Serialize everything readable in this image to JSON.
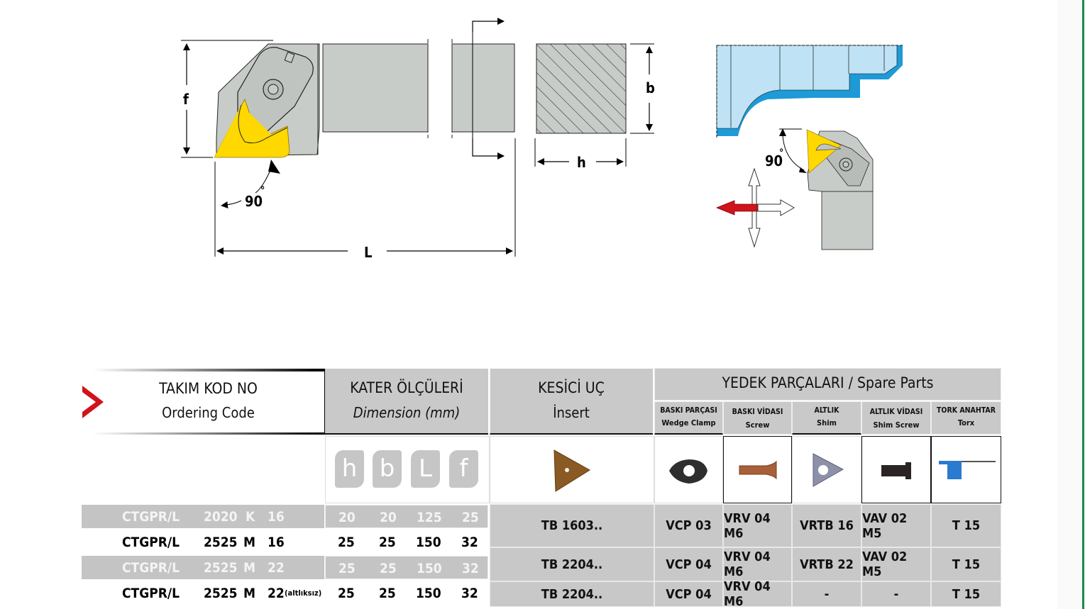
{
  "drawing": {
    "side_view": {
      "dim_f": "f",
      "dim_L": "L",
      "angle": "90",
      "degree_symbol": "°"
    },
    "cross_section": {
      "dim_b": "b",
      "dim_h": "h"
    },
    "application_view": {
      "angle": "90",
      "degree_symbol": "°"
    },
    "colors": {
      "holder_grey": "#c8ccc8",
      "insert_yellow": "#ffd800",
      "workpiece_light_blue": "#bfe3f5",
      "workpiece_blue": "#1e9ad6",
      "feed_arrow_red": "#d0141c"
    }
  },
  "table": {
    "ordering_code": {
      "title_tr": "TAKIM KOD NO",
      "title_en": "Ordering Code"
    },
    "dimensions": {
      "title_tr": "KATER ÖLÇÜLERİ",
      "title_en": "Dimension (mm)",
      "columns": [
        "h",
        "b",
        "L",
        "f"
      ]
    },
    "insert": {
      "title_tr": "KESİCİ UÇ",
      "title_en": "İnsert"
    },
    "spare_parts": {
      "title": "YEDEK PARÇALARI / Spare Parts",
      "columns": [
        {
          "tr": "BASKI PARÇASI",
          "en": "Wedge Clamp",
          "icon": "wedge-clamp-icon"
        },
        {
          "tr": "BASKI VİDASI",
          "en": "Screw",
          "icon": "clamp-screw-icon"
        },
        {
          "tr": "ALTLIK",
          "en": "Shim",
          "icon": "shim-icon"
        },
        {
          "tr": "ALTLIK VİDASI",
          "en": "Shim Screw",
          "icon": "shim-screw-icon"
        },
        {
          "tr": "TORK ANAHTAR",
          "en": "Torx",
          "icon": "torx-key-icon"
        }
      ]
    },
    "rows": [
      {
        "code": "CTGPR/L",
        "size": "2020",
        "letter": "K",
        "num": "16",
        "note": "",
        "h": "20",
        "b": "20",
        "L": "125",
        "f": "25"
      },
      {
        "code": "CTGPR/L",
        "size": "2525",
        "letter": "M",
        "num": "16",
        "note": "",
        "h": "25",
        "b": "25",
        "L": "150",
        "f": "32"
      },
      {
        "code": "CTGPR/L",
        "size": "2525",
        "letter": "M",
        "num": "22",
        "note": "",
        "h": "25",
        "b": "25",
        "L": "150",
        "f": "32"
      },
      {
        "code": "CTGPR/L",
        "size": "2525",
        "letter": "M",
        "num": "22",
        "note": "(altlıksız)",
        "h": "25",
        "b": "25",
        "L": "150",
        "f": "32"
      }
    ],
    "parts_rows": [
      {
        "insert": "TB 1603..",
        "wedge_clamp": "VCP 03",
        "screw": "VRV 04 M6",
        "shim": "VRTB 16",
        "shim_screw": "VAV 02 M5",
        "torx": "T 15"
      },
      {
        "insert": "TB 2204..",
        "wedge_clamp": "VCP 04",
        "screw": "VRV 04 M6",
        "shim": "VRTB 22",
        "shim_screw": "VAV 02 M5",
        "torx": "T 15"
      },
      {
        "insert": "TB 2204..",
        "wedge_clamp": "VCP 04",
        "screw": "VRV 04 M6",
        "shim": "-",
        "shim_screw": "-",
        "torx": "T 15"
      }
    ]
  }
}
